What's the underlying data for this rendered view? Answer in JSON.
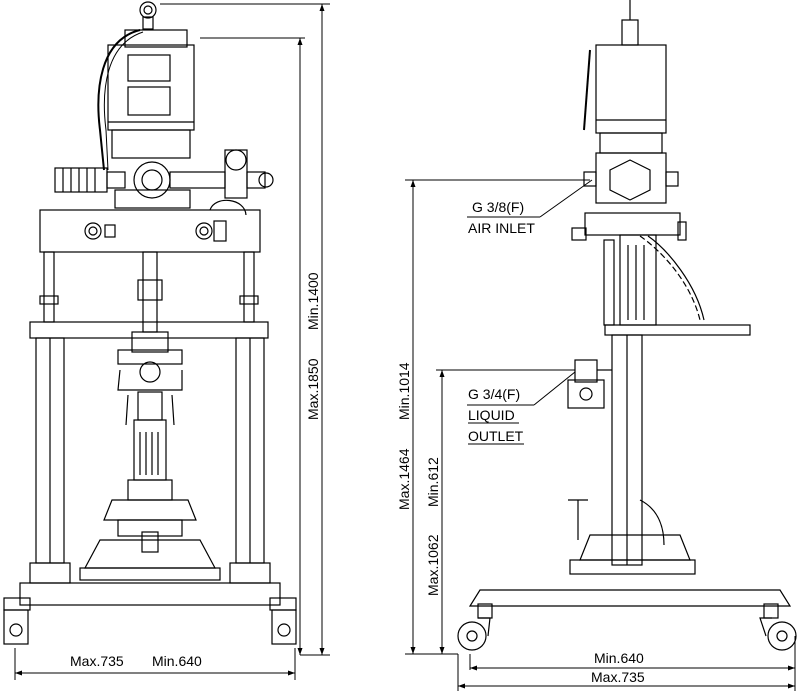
{
  "front_view": {
    "width_max": "Max.735",
    "width_min": "Min.640",
    "height_max": "Max.1850",
    "height_min": "Min.1400"
  },
  "side_view": {
    "air_inlet_size": "G 3/8(F)",
    "air_inlet_name": "AIR INLET",
    "liquid_outlet_size": "G 3/4(F)",
    "liquid_outlet_name_1": "LIQUID",
    "liquid_outlet_name_2": "OUTLET",
    "height_max": "Max.1464",
    "height_min": "Min.1014",
    "outlet_height_max": "Max.1062",
    "outlet_height_min": "Min.612",
    "depth_min": "Min.640",
    "depth_max": "Max.735"
  }
}
